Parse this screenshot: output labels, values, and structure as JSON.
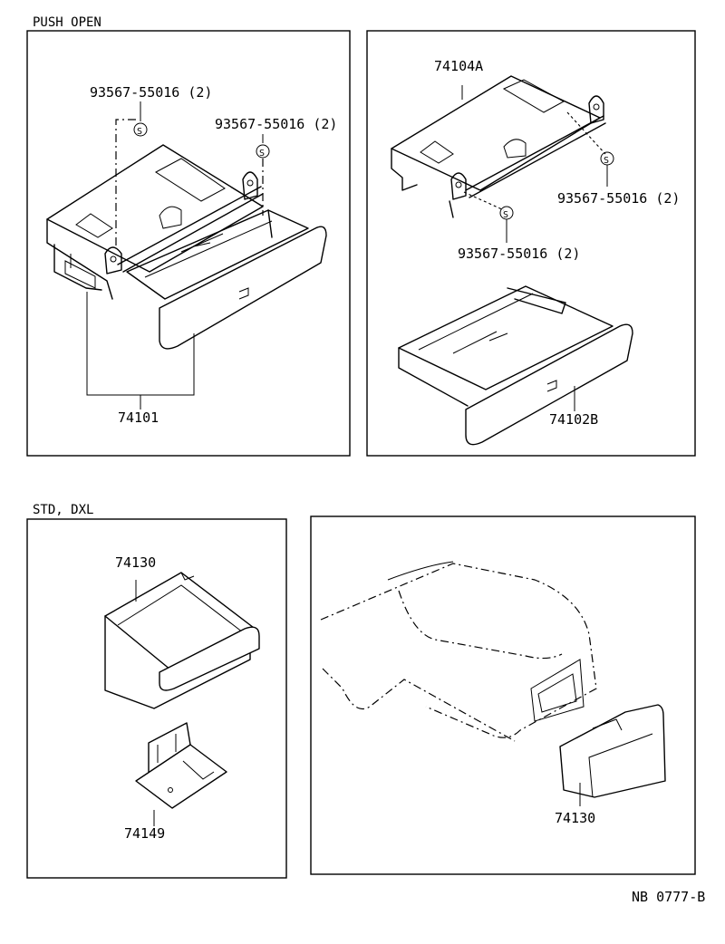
{
  "sections": {
    "push_open": "PUSH  OPEN",
    "std_dxl": "STD, DXL"
  },
  "parts": {
    "screw_a_upper": "93567-55016 (2)",
    "screw_a_lower": "93567-55016 (2)",
    "screw_b_right": "93567-55016 (2)",
    "screw_b_lower": "93567-55016 (2)",
    "assembly": "74101",
    "housing": "74104A",
    "tray": "74102B",
    "box": "74130",
    "bracket": "74149",
    "box_installed": "74130"
  },
  "screw_symbol": "S",
  "drawing_code": "NB 0777-B"
}
